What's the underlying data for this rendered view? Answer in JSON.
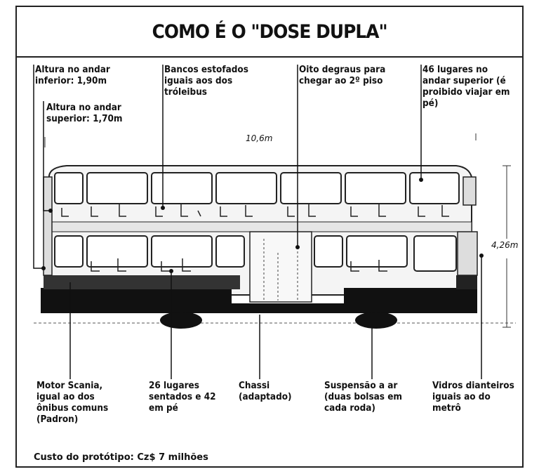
{
  "title": "COMO É O \"DOSE DUPLA\"",
  "dimensions": {
    "length": "10,6m",
    "height": "4,26m"
  },
  "top_labels": [
    {
      "id": "altura-inferior",
      "lines": [
        "Altura no andar",
        "inferior: 1,90m"
      ]
    },
    {
      "id": "altura-superior",
      "lines": [
        "Altura no andar",
        "superior: 1,70m"
      ]
    },
    {
      "id": "bancos",
      "lines": [
        "Bancos estofados",
        "iguais aos dos",
        "tróleibus"
      ]
    },
    {
      "id": "degraus",
      "lines": [
        "Oito degraus para",
        "chegar ao 2º piso"
      ]
    },
    {
      "id": "lugares-superior",
      "lines": [
        "46 lugares no",
        "andar superior (é",
        "proibido viajar em",
        "pé)"
      ]
    }
  ],
  "bottom_labels": [
    {
      "id": "motor",
      "lines": [
        "Motor Scania,",
        "igual ao dos",
        "ônibus comuns",
        "(Padron)"
      ]
    },
    {
      "id": "lugares-inferior",
      "lines": [
        "26 lugares",
        "sentados e 42",
        "em pé"
      ]
    },
    {
      "id": "chassi",
      "lines": [
        "Chassi",
        "(adaptado)"
      ]
    },
    {
      "id": "suspensao",
      "lines": [
        "Suspensão a ar",
        "(duas bolsas em",
        "cada roda)"
      ]
    },
    {
      "id": "vidros",
      "lines": [
        "Vidros dianteiros",
        "iguais ao do",
        "metrô"
      ]
    }
  ],
  "footer": {
    "cost": "Custo do protótipo: Cz$ 7 milhões"
  }
}
